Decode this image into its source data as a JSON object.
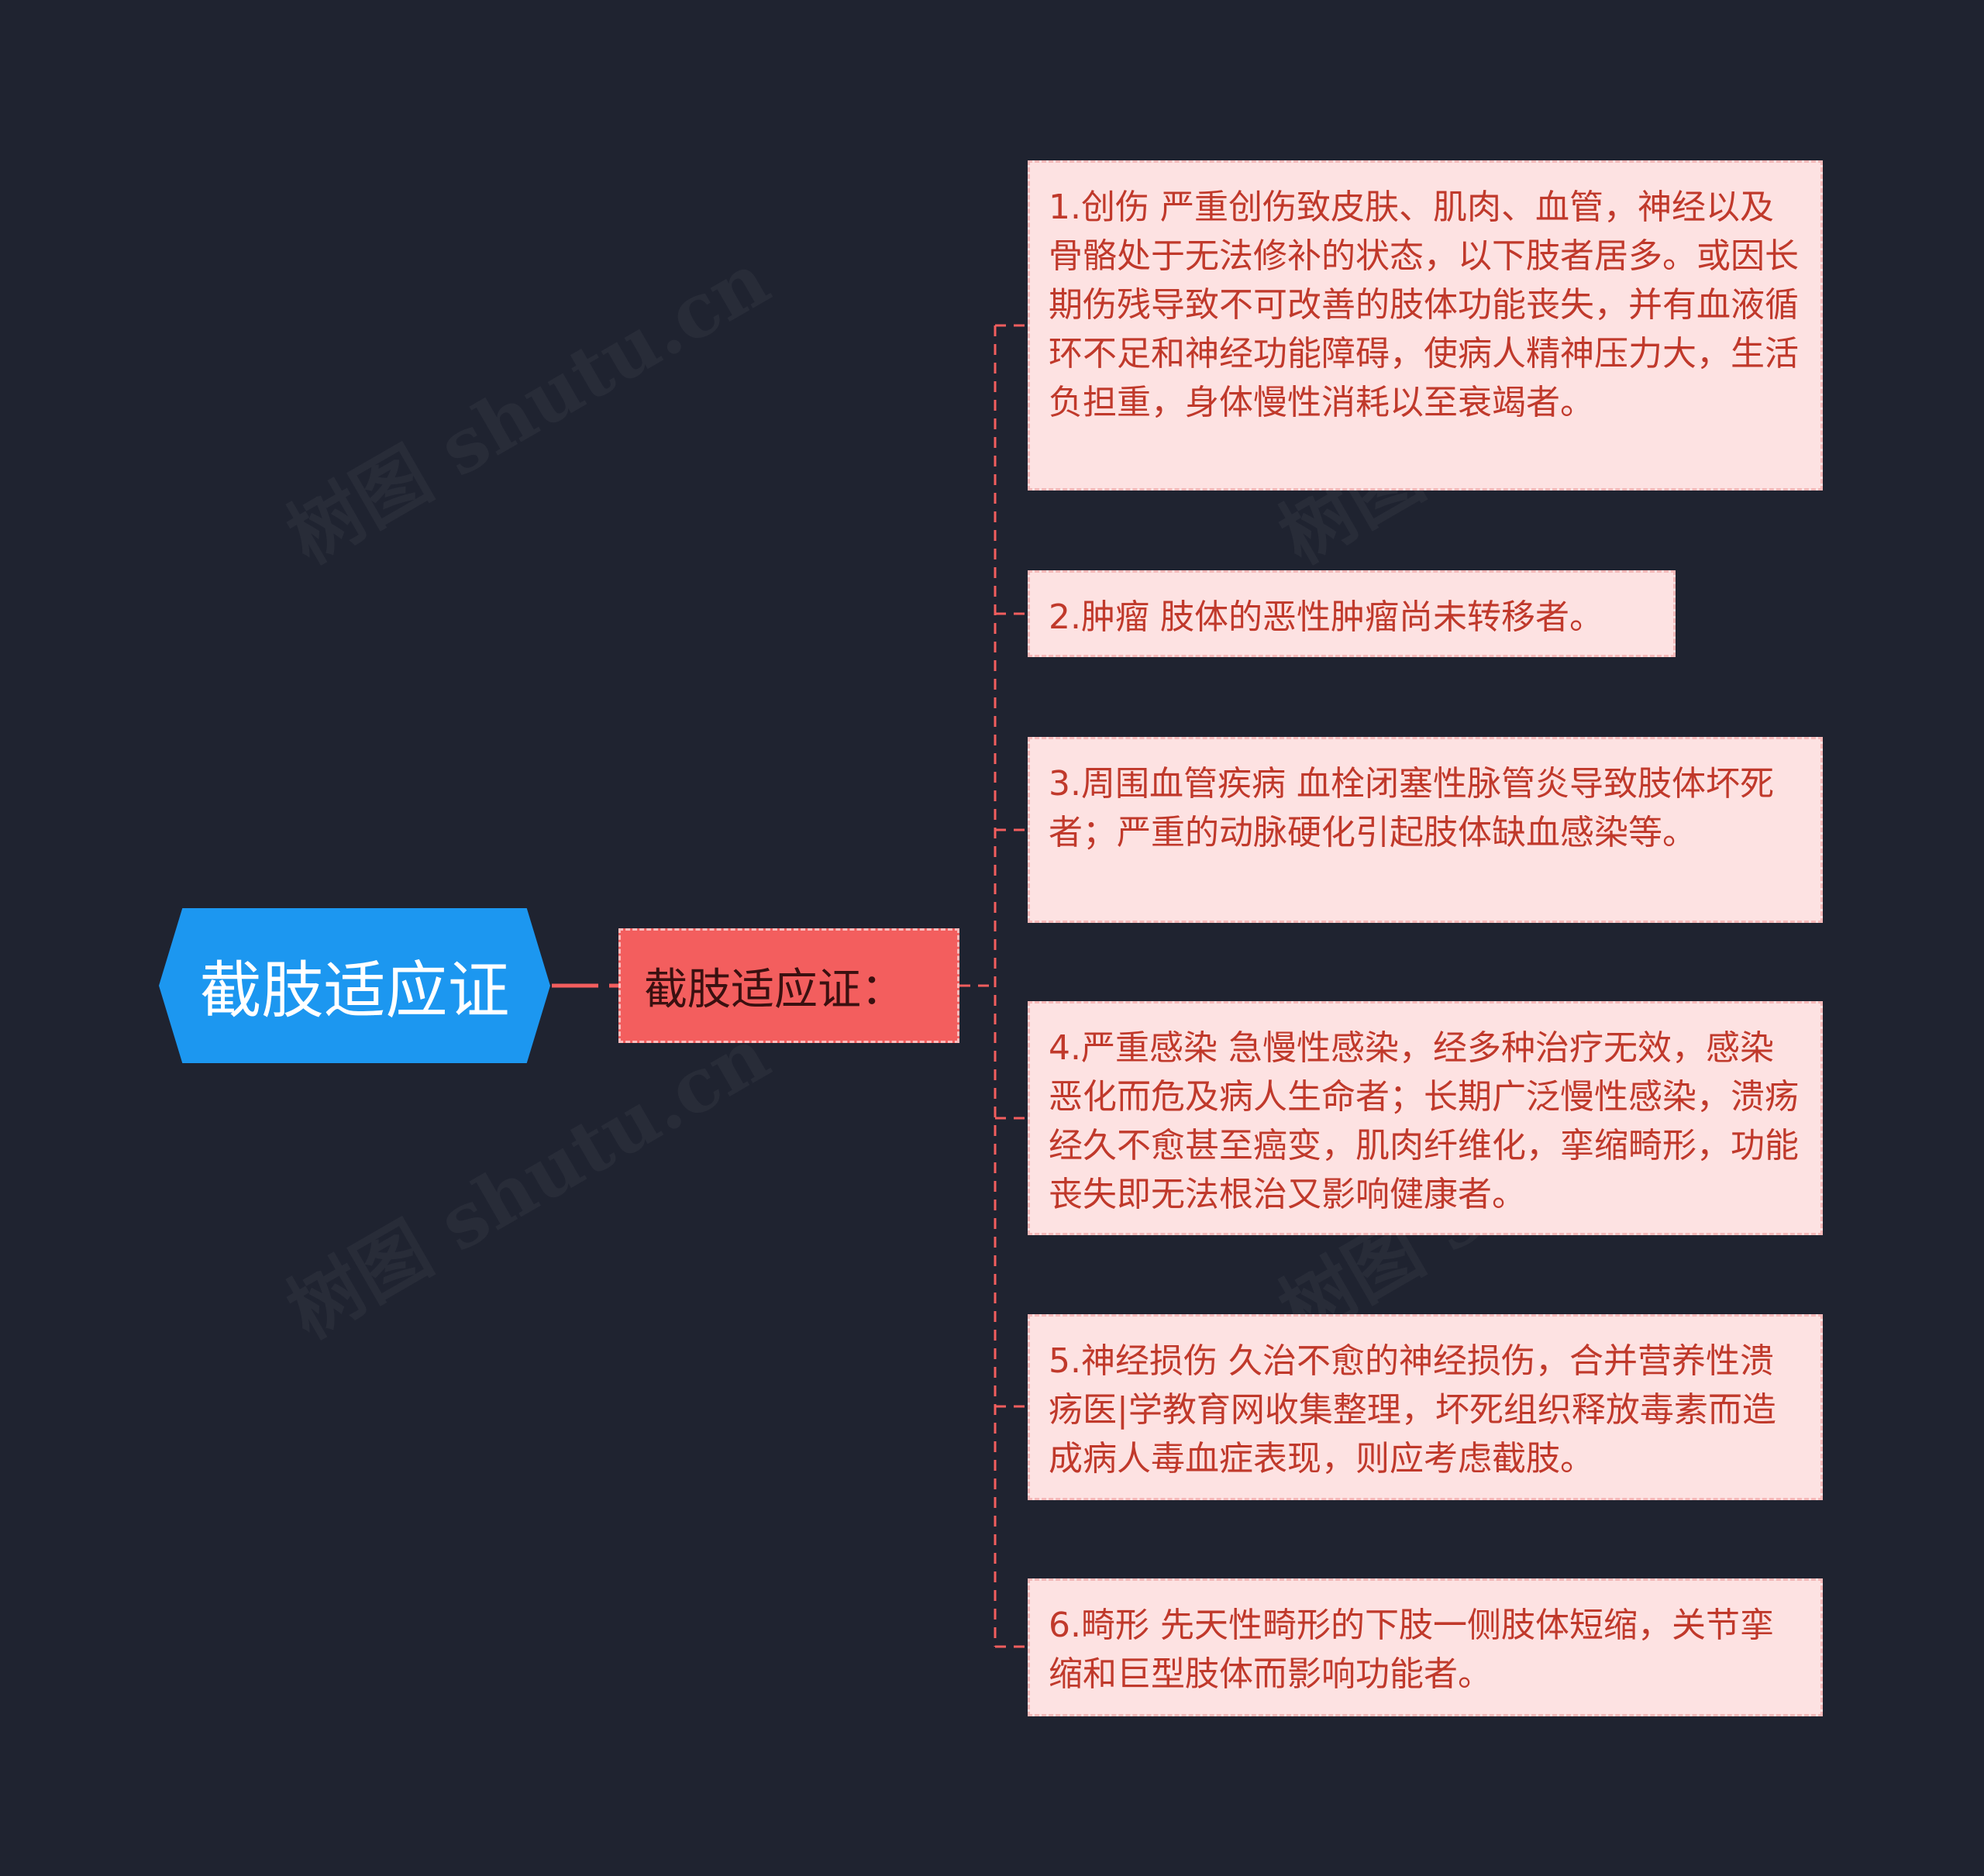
{
  "watermark": "树图 shutu.cn",
  "colors": {
    "background": "#1f2330",
    "root": "#1c97f0",
    "sub": "#f35e5e",
    "leaf": "#fde2e2",
    "leaf_text": "#c0392b",
    "line": "#f35e5e"
  },
  "root": {
    "label": "截肢适应证"
  },
  "sub": {
    "label": "截肢适应证："
  },
  "items": [
    {
      "text": "1.创伤 严重创伤致皮肤、肌肉、血管，神经以及骨骼处于无法修补的状态，以下肢者居多。或因长期伤残导致不可改善的肢体功能丧失，并有血液循环不足和神经功能障碍，使病人精神压力大，生活负担重，身体慢性消耗以至衰竭者。"
    },
    {
      "text": "2.肿瘤 肢体的恶性肿瘤尚未转移者。"
    },
    {
      "text": "3.周围血管疾病 血栓闭塞性脉管炎导致肢体坏死者；严重的动脉硬化引起肢体缺血感染等。"
    },
    {
      "text": "4.严重感染 急慢性感染，经多种治疗无效，感染恶化而危及病人生命者；长期广泛慢性感染，溃疡经久不愈甚至癌变，肌肉纤维化，挛缩畸形，功能丧失即无法根治又影响健康者。"
    },
    {
      "text": "5.神经损伤 久治不愈的神经损伤，合并营养性溃疡医|学教育网收集整理，坏死组织释放毒素而造成病人毒血症表现，则应考虑截肢。"
    },
    {
      "text": "6.畸形 先天性畸形的下肢一侧肢体短缩，关节挛缩和巨型肢体而影响功能者。"
    }
  ]
}
